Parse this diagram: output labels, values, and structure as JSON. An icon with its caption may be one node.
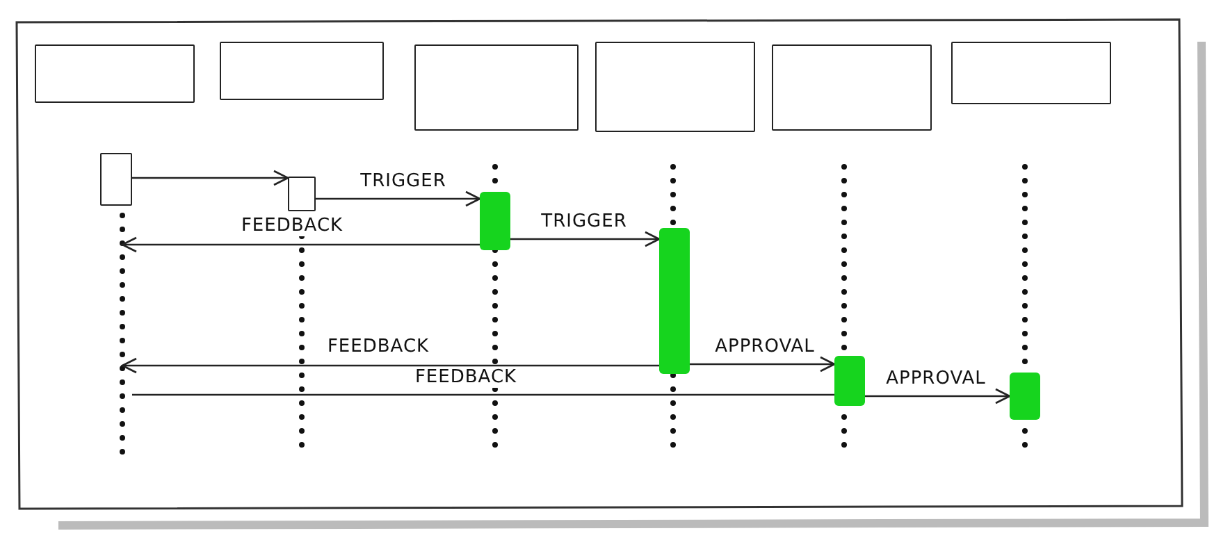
{
  "diagram": {
    "nodes": [
      {
        "text": [],
        "shape": "box"
      },
      {
        "text": [],
        "shape": "box"
      },
      {
        "text": [],
        "shape": "box"
      },
      {
        "text": [],
        "shape": "box"
      },
      {
        "text": [],
        "shape": "box"
      },
      {
        "text": [],
        "shape": "box"
      },
      {
        "text": [],
        "shape": "box"
      },
      {
        "text": [],
        "shape": "box"
      },
      {
        "text": [],
        "shape": "bar"
      },
      {
        "text": [],
        "shape": "bar"
      },
      {
        "text": [],
        "shape": "bar"
      },
      {
        "text": [],
        "shape": "bar"
      }
    ],
    "edges": [
      {
        "from": 6,
        "to": 7,
        "arrow": "to"
      },
      {
        "from": 7,
        "to": 8,
        "arrow": "to",
        "label": "TRIGGER"
      },
      {
        "from": 8,
        "to": null,
        "arrow": "to",
        "label": "FEEDBACK"
      },
      {
        "from": 8,
        "to": 9,
        "arrow": "to",
        "label": "TRIGGER"
      },
      {
        "from": 9,
        "to": null,
        "arrow": "to",
        "label": "FEEDBACK"
      },
      {
        "from": null,
        "to": 10,
        "arrow": "none",
        "label": "FEEDBACK"
      },
      {
        "from": 9,
        "to": 10,
        "arrow": "to",
        "label": "APPROVAL"
      },
      {
        "from": 10,
        "to": 11,
        "arrow": "to",
        "label": "APPROVAL"
      }
    ]
  }
}
